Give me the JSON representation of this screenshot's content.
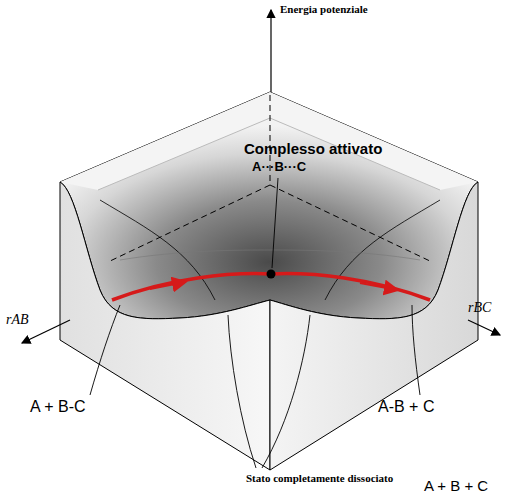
{
  "diagram": {
    "labels": [
      "Energia potenziale",
      "Complesso attivato",
      "A···B···C",
      "rAB",
      "rBC",
      "A + B-C",
      "A-B + C",
      "Stato completamente dissociato",
      "A + B + C"
    ]
  }
}
